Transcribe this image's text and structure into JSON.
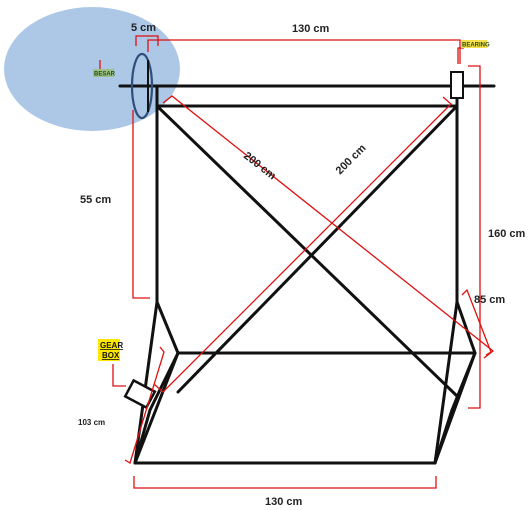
{
  "colors": {
    "frame": "#111111",
    "dimension": "#e01010",
    "highlight_circle": "#a9c4e6",
    "besar_tag": "#9dc08a",
    "bearing_tag": "#f5e04a",
    "gearbox_tag": "#ffe800"
  },
  "labels": {
    "besar": "BESAR",
    "bearing": "BEARING",
    "gearbox_line1": "GEAR",
    "gearbox_line2": "BOX"
  },
  "dimensions": {
    "top_span": "130 cm",
    "ring_width": "5 cm",
    "diagonal_left": "200 cm",
    "diagonal_right": "200 cm",
    "upper_left_height": "55 cm",
    "right_height": "160 cm",
    "right_side_small": "85 cm",
    "left_side_small": "103 cm",
    "bottom_span": "130 cm"
  }
}
